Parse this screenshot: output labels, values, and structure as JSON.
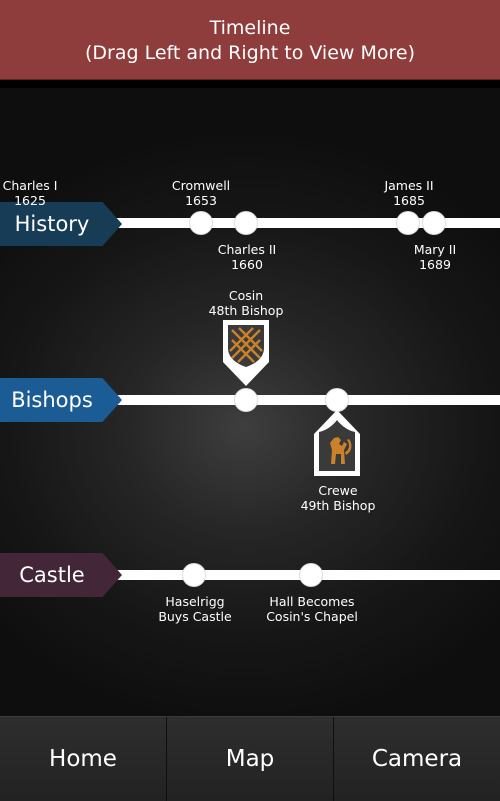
{
  "header": {
    "title_line1": "Timeline",
    "title_line2": "(Drag Left and Right to View More)",
    "color": "#8f3c3c"
  },
  "rows": {
    "history": {
      "label": "History",
      "color": "#163d55",
      "events": [
        {
          "name": "Charles I",
          "year": "1625"
        },
        {
          "name": "Cromwell",
          "year": "1653"
        },
        {
          "name": "Charles II",
          "year": "1660"
        },
        {
          "name": "James II",
          "year": "1685"
        },
        {
          "name": "Mary II",
          "year": "1689"
        }
      ]
    },
    "bishops": {
      "label": "Bishops",
      "color": "#1c5c95",
      "events": [
        {
          "name": "Cosin",
          "title": "48th Bishop",
          "shield": "lattice-shield-icon"
        },
        {
          "name": "Crewe",
          "title": "49th Bishop",
          "shield": "lion-shield-icon"
        }
      ]
    },
    "castle": {
      "label": "Castle",
      "color": "#432738",
      "events": [
        {
          "line1": "Haselrigg",
          "line2": "Buys Castle"
        },
        {
          "line1": "Hall Becomes",
          "line2": "Cosin's Chapel"
        }
      ]
    }
  },
  "nav": {
    "home": "Home",
    "map": "Map",
    "camera": "Camera"
  }
}
